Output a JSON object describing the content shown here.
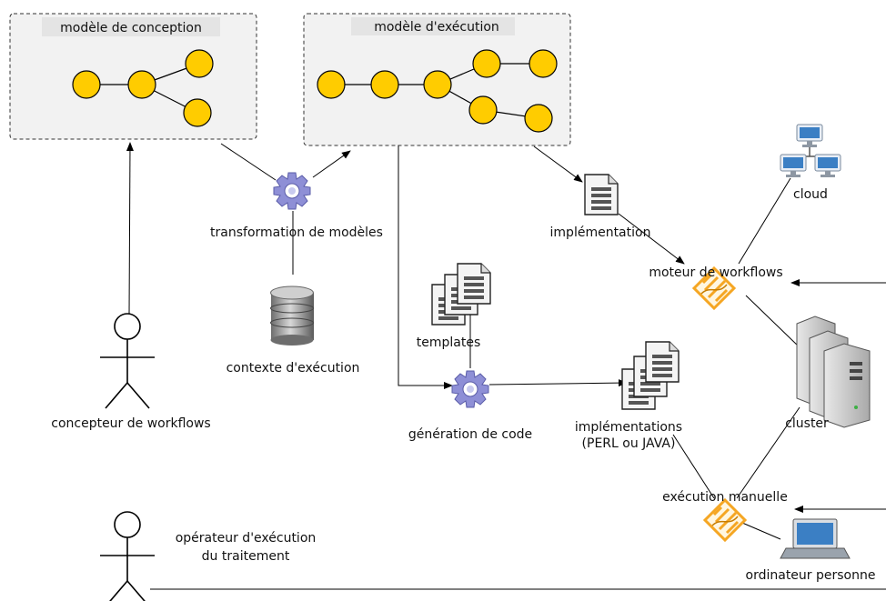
{
  "boxes": {
    "design_model": "modèle de conception",
    "execution_model": "modèle d'exécution"
  },
  "labels": {
    "model_transformation": "transformation de modèles",
    "execution_context": "contexte d'exécution",
    "workflow_designer": "concepteur de workflows",
    "operator_line1": "opérateur d'exécution",
    "operator_line2": "du traitement",
    "templates": "templates",
    "code_generation": "génération de code",
    "implementation": "implémentation",
    "implementations_line1": "implémentations",
    "implementations_line2": "(PERL ou JAVA)",
    "workflow_engine": "moteur de workflows",
    "manual_execution": "exécution manuelle",
    "cloud": "cloud",
    "cluster": "cluster",
    "personal_computer": "ordinateur personne"
  },
  "colors": {
    "node_fill": "#ffcc00",
    "node_stroke": "#000000",
    "box_fill": "#f2f2f2",
    "gear": "#8e8fd6",
    "engine_icon": "#f5a623",
    "monitor": "#3b7fc4"
  },
  "icons": [
    "gear-icon",
    "database-icon",
    "document-icon",
    "documents-stack-icon",
    "workflow-engine-icon",
    "network-icon",
    "server-icon",
    "laptop-icon",
    "actor-icon"
  ]
}
